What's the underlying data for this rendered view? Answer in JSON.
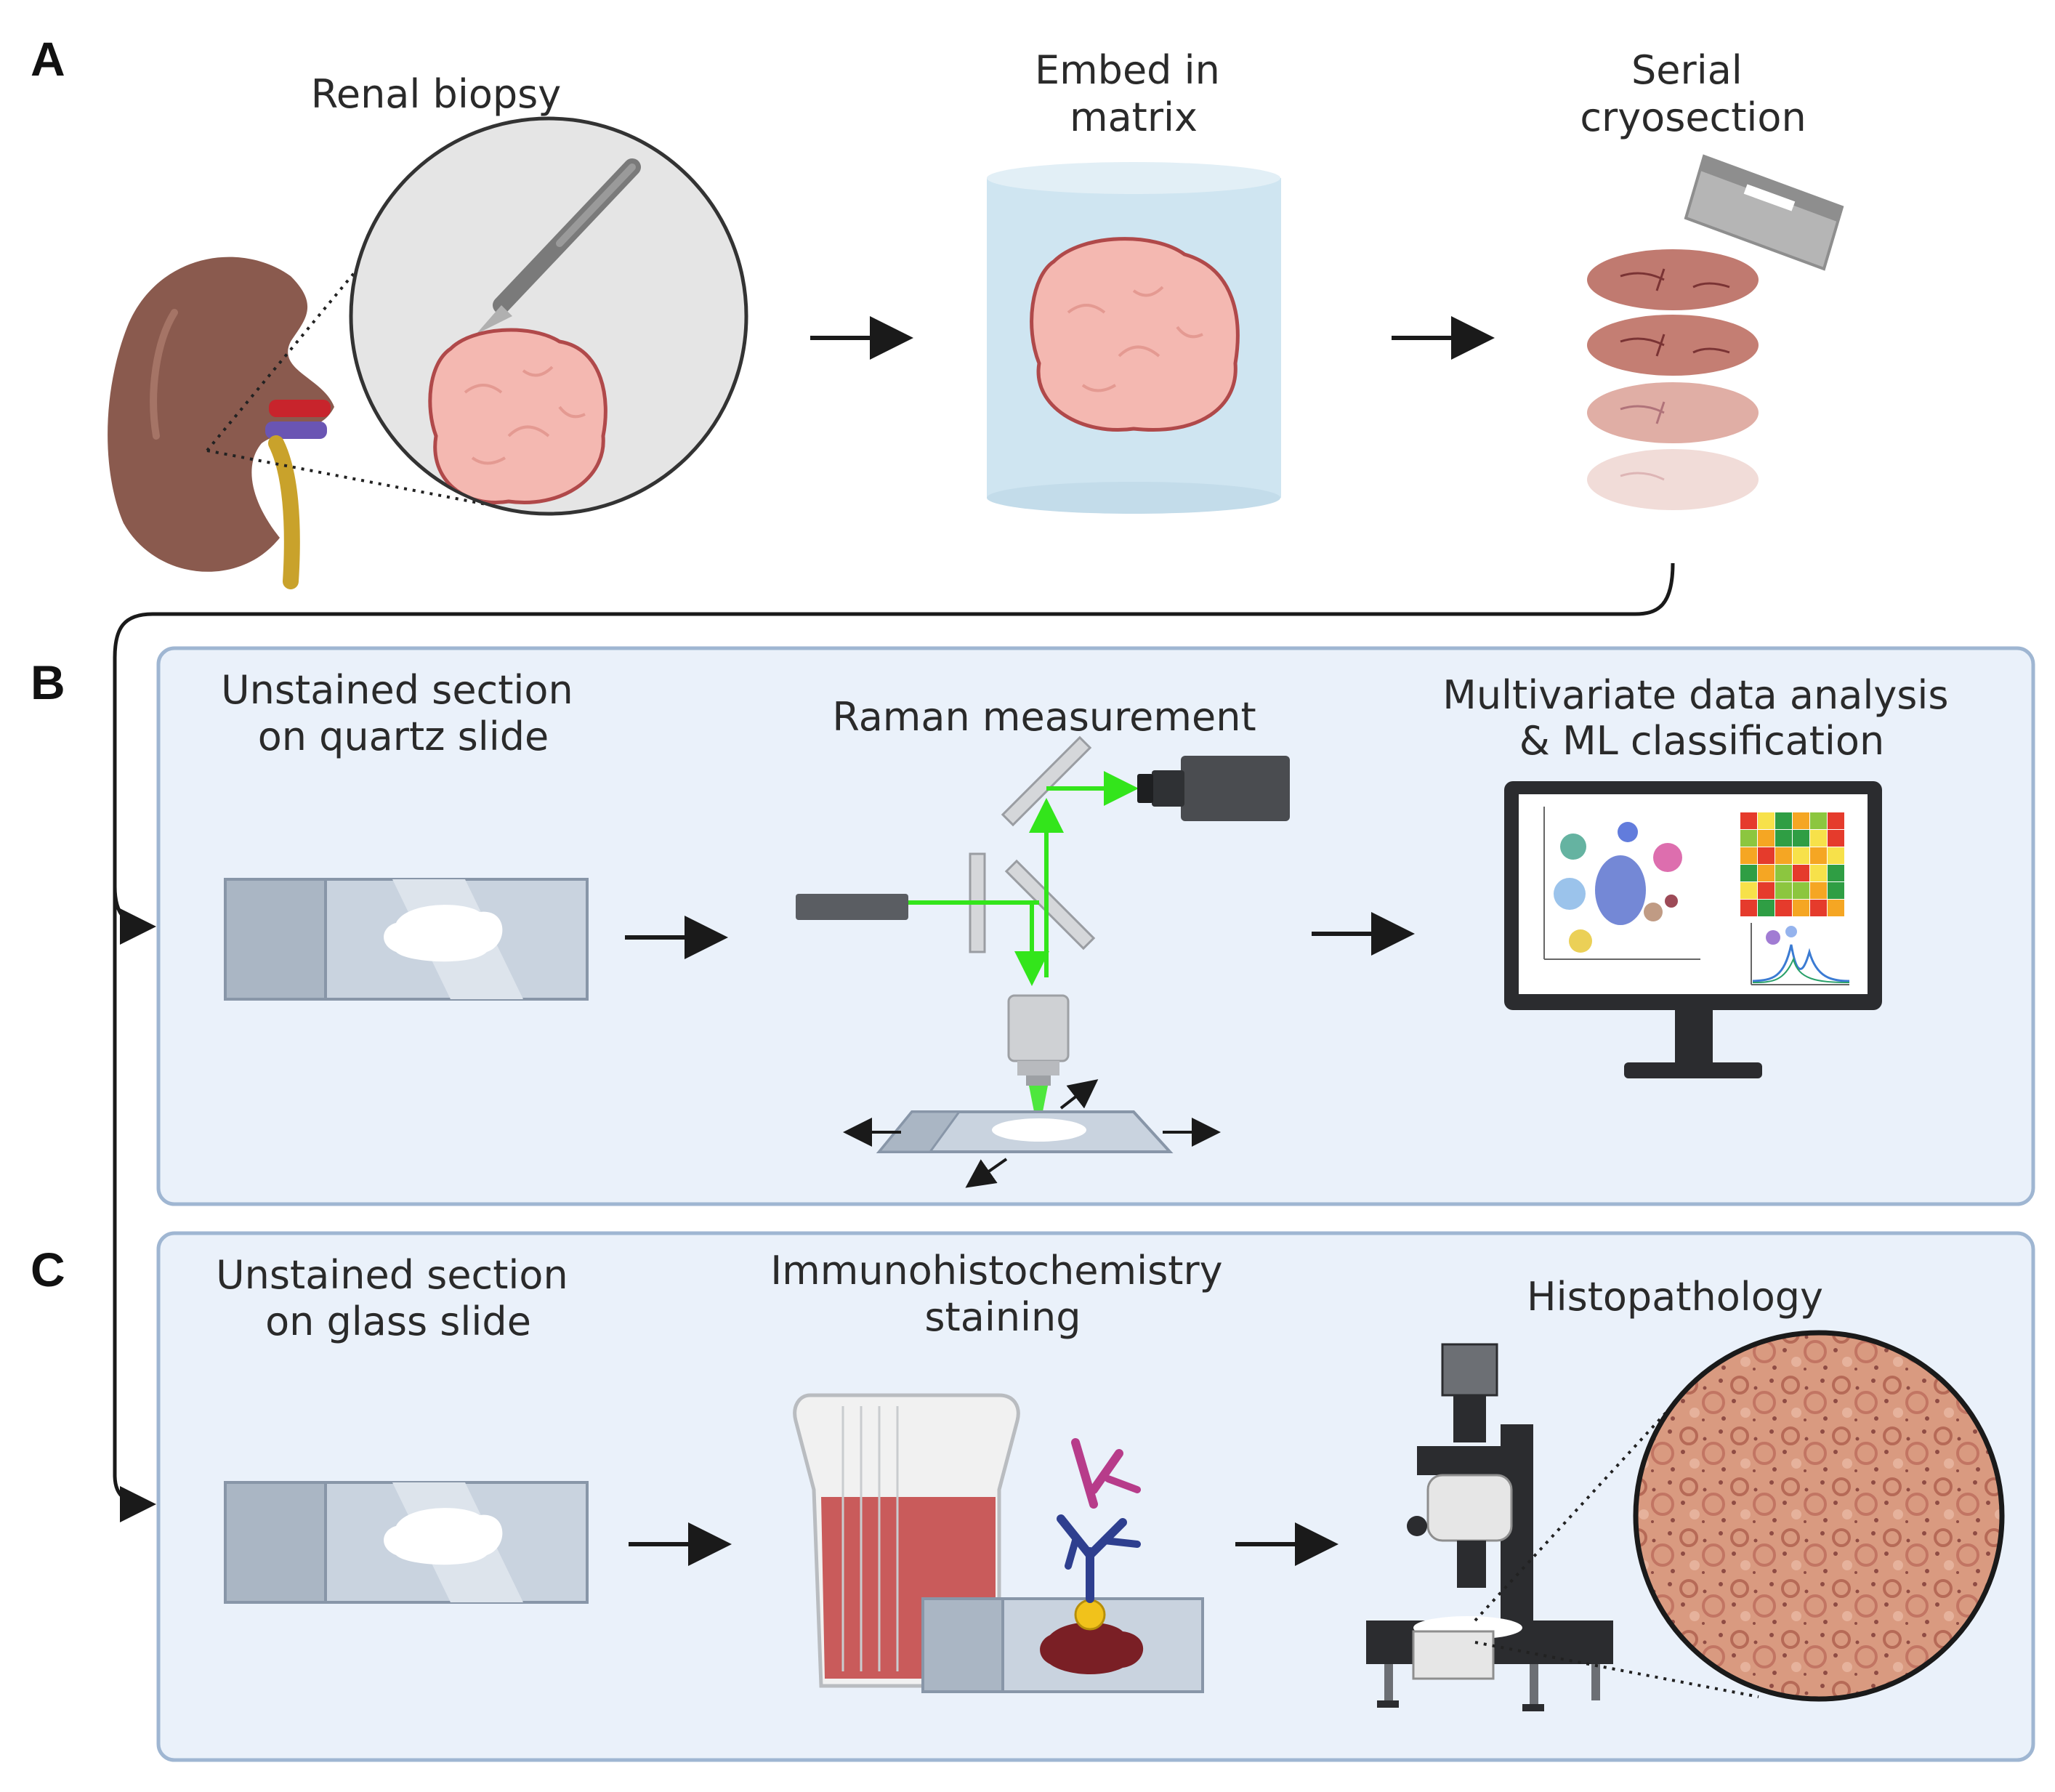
{
  "panels": {
    "a": {
      "letter": "A",
      "steps": [
        {
          "label_lines": [
            "Renal biopsy"
          ]
        },
        {
          "label_lines": [
            "Embed in",
            "matrix"
          ]
        },
        {
          "label_lines": [
            "Serial",
            "cryosection"
          ]
        }
      ]
    },
    "b": {
      "letter": "B",
      "steps": [
        {
          "label_lines": [
            "Unstained section",
            "on quartz slide"
          ]
        },
        {
          "label_lines": [
            "Raman measurement"
          ]
        },
        {
          "label_lines": [
            "Multivariate data analysis",
            "& ML classification"
          ]
        }
      ]
    },
    "c": {
      "letter": "C",
      "steps": [
        {
          "label_lines": [
            "Unstained section",
            "on glass slide"
          ]
        },
        {
          "label_lines": [
            "Immunohistochemistry",
            "staining"
          ]
        },
        {
          "label_lines": [
            "Histopathology"
          ]
        }
      ]
    }
  },
  "colors": {
    "panel_fill": "#eaf1fa",
    "panel_stroke": "#9fb6d2",
    "laser": "#33e51b",
    "kidney": "#8a5a4e",
    "tissue": "#f4b8b1",
    "tissue_edge": "#b0494a",
    "ihc_stain": "#c44a4a",
    "arrow": "#1a1a1a"
  },
  "icons": [
    "kidney-icon",
    "scalpel-icon",
    "tissue-biopsy-icon",
    "cryomold-icon",
    "razor-blade-icon",
    "quartz-slide-icon",
    "laser-icon",
    "camera-icon",
    "objective-lens-icon",
    "stage-icon",
    "monitor-icon",
    "tsne-scatter-icon",
    "heatmap-icon",
    "spectrum-icon",
    "glass-slide-icon",
    "staining-jar-icon",
    "antibody-icon",
    "microscope-icon",
    "histology-magnifier-icon"
  ]
}
